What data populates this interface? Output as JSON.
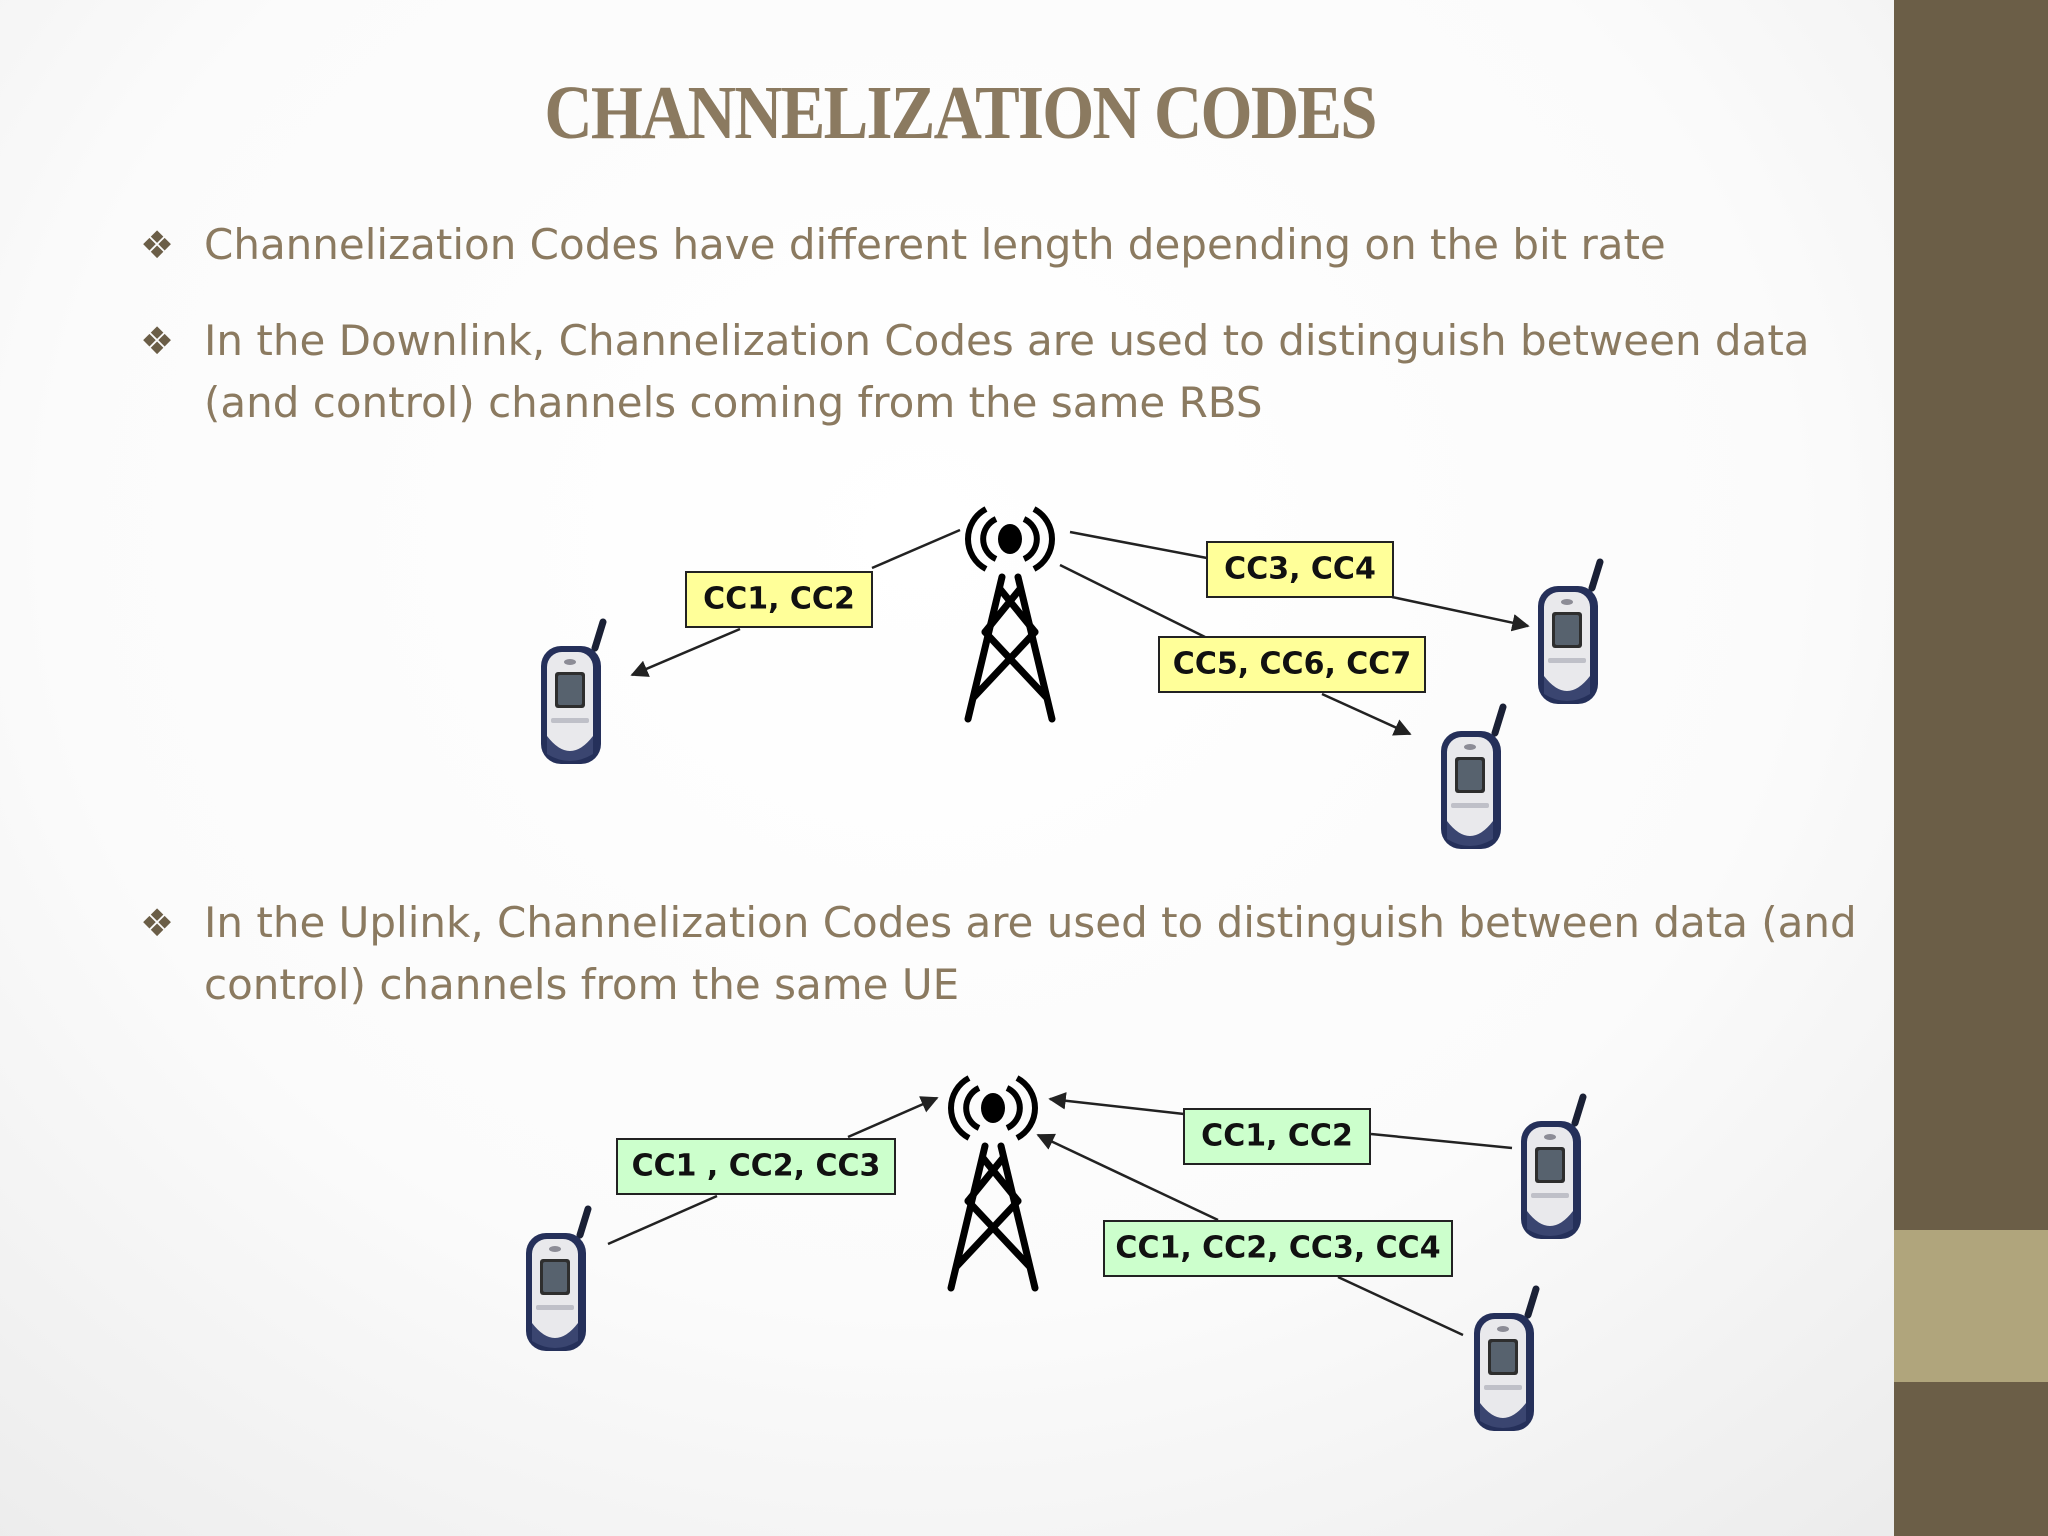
{
  "slide": {
    "title": "CHANNELIZATION CODES",
    "bullet_marker": "❖",
    "bullets": [
      "Channelization Codes have different length depending on the bit rate",
      "In the Downlink, Channelization Codes are used to distinguish between data (and control) channels coming from the same RBS",
      "In the Uplink, Channelization Codes are used to distinguish between data (and control) channels from the same UE"
    ]
  },
  "downlink": {
    "labels": [
      "CC1, CC2",
      "CC3, CC4",
      "CC5, CC6, CC7"
    ],
    "label_color": "#ffff99"
  },
  "uplink": {
    "labels": [
      "CC1 , CC2, CC3",
      "CC1, CC2",
      "CC1, CC2, CC3, CC4"
    ],
    "label_color": "#ccffcc"
  },
  "icons": {
    "base_station": "antenna-tower-icon",
    "mobile": "flip-phone-icon"
  },
  "colors": {
    "title": "#8b7a60",
    "bullet_text": "#8b7a60",
    "side_bar": "#6b5e47",
    "side_accent": "#b0a57c"
  }
}
